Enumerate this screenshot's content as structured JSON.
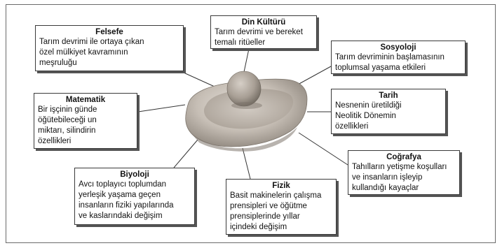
{
  "boxes": {
    "felsefe": {
      "title": "Felsefe",
      "body": "Tarım devrimi ile ortaya çıkan\nözel mülkiyet kavramının\nmeşruluğu"
    },
    "din": {
      "title": "Din Kültürü",
      "body": "Tarım devrimi ve bereket\ntemalı ritüeller"
    },
    "sosyoloji": {
      "title": "Sosyoloji",
      "body": "Tarım devriminin başlamasının\ntoplumsal yaşama etkileri"
    },
    "matematik": {
      "title": "Matematik",
      "body": "Bir işçinin günde\nöğütebileceği un\nmiktarı, silindirin\nözellikleri"
    },
    "tarih": {
      "title": "Tarih",
      "body": "Nesnenin üretildiği\nNeolitik Dönemin\nözellikleri"
    },
    "cografya": {
      "title": "Coğrafya",
      "body": "Tahılların yetişme koşulları\nve insanların işleyip\nkullandığı kayaçlar"
    },
    "biyoloji": {
      "title": "Biyoloji",
      "body": "Avcı toplayıcı toplumdan\nyerleşik yaşama geçen\ninsanların fiziki yapılarında\nve kaslarındaki değişim"
    },
    "fizik": {
      "title": "Fizik",
      "body": "Basit makinelerin çalışma\nprensipleri ve öğütme\nprensiplerinde yıllar\niçindeki değişim"
    }
  },
  "colors": {
    "stone_light": "#d8d2cb",
    "stone_mid": "#b9b1a8",
    "stone_dark": "#8d857c",
    "line": "#333333"
  }
}
